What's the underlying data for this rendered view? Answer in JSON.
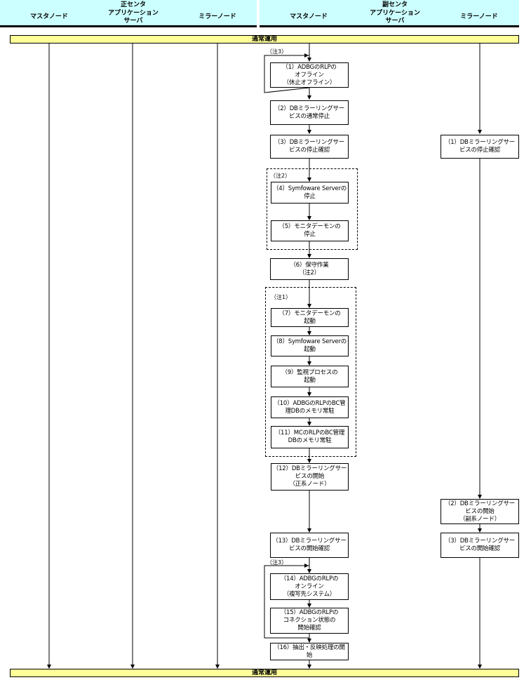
{
  "header": {
    "primary_center": {
      "title": "正センタ",
      "master": "マスタノード",
      "app_server": "アプリケーション\nサーバ",
      "mirror": "ミラーノード"
    },
    "secondary_center": {
      "title": "副センタ",
      "master": "マスタノード",
      "app_server": "アプリケーション\nサーバ",
      "mirror": "ミラーノード"
    }
  },
  "band_top": "通常運用",
  "band_bottom": "通常運用",
  "notes": {
    "n3a": "（注3）",
    "n2": "（注2）",
    "n1": "（注1）",
    "n3b": "（注3）"
  },
  "master_steps": [
    "（1）ADBGのRLPの\nオフライン\n（休止オフライン）",
    "（2）DBミラーリングサー\nビスの通常停止",
    "（3）DBミラーリングサー\nビスの停止確認",
    "（4）Symfoware Serverの\n停止",
    "（5）モニタデーモンの\n停止",
    "（6）保守作業\n（注2）",
    "（7）モニタデーモンの\n起動",
    "（8）Symfoware Serverの\n起動",
    "（9）監視プロセスの\n起動",
    "（10）ADBGのRLPのBC管\n理DBのメモリ常駐",
    "（11）MCのRLPのBC管理\nDBのメモリ常駐",
    "（12）DBミラーリングサー\nビスの開始\n（正系ノード）",
    "（13）DBミラーリングサー\nビスの開始確認",
    "（14）ADBGのRLPの\nオンライン\n（複写先システム）",
    "（15）ADBGのRLPの\nコネクション状態の\n開始確認",
    "（16）抽出・反映処理の開\n始"
  ],
  "mirror_steps": [
    "（1）DBミラーリングサー\nビスの停止確認",
    "（2）DBミラーリングサー\nビスの開始\n（副系ノード）",
    "（3）DBミラーリングサー\nビスの開始確認"
  ]
}
